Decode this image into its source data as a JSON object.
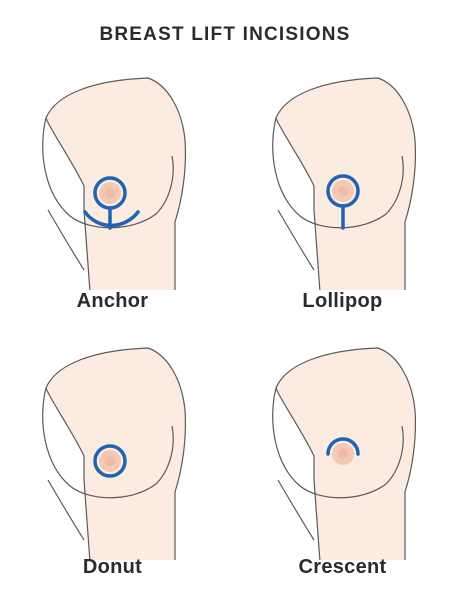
{
  "title": "BREAST LIFT INCISIONS",
  "colors": {
    "skin": "#fcebe0",
    "outline": "#5a5a5a",
    "areola": "#f3c9b4",
    "nipple": "#eebba4",
    "incision": "#1f63b5"
  },
  "panels": [
    {
      "id": "anchor",
      "label": "Anchor"
    },
    {
      "id": "lollipop",
      "label": "Lollipop"
    },
    {
      "id": "donut",
      "label": "Donut"
    },
    {
      "id": "crescent",
      "label": "Crescent"
    }
  ]
}
